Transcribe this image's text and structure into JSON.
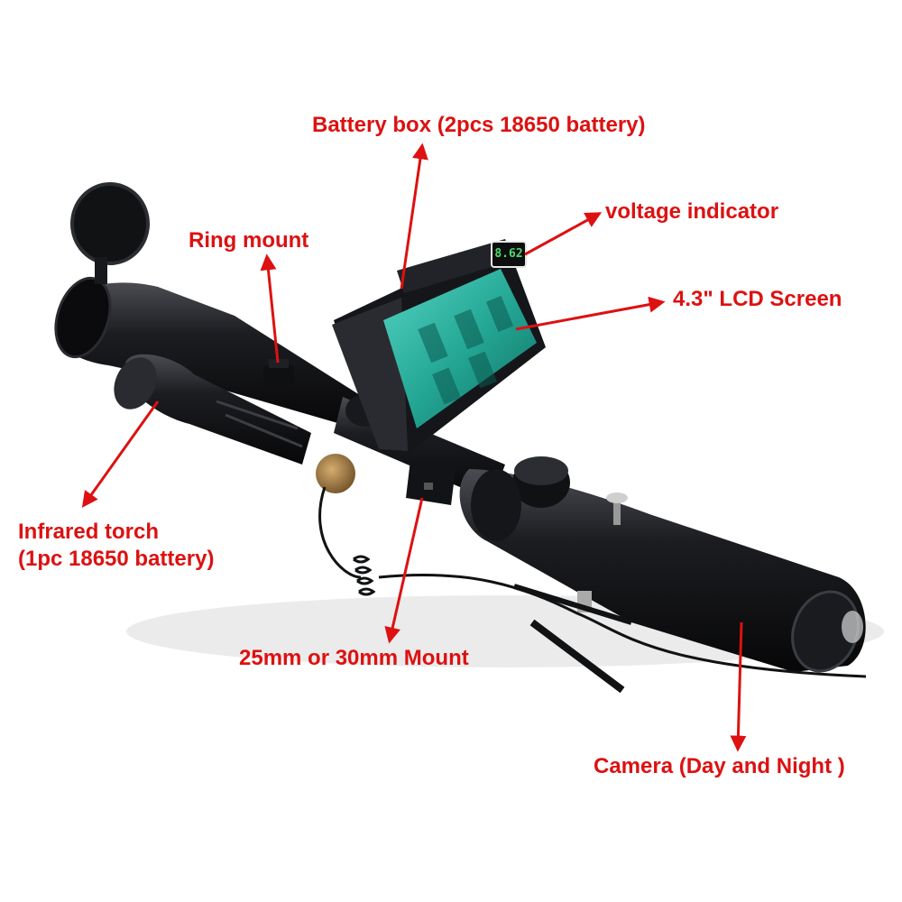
{
  "colors": {
    "label": "#dd1111",
    "arrow": "#dd1111",
    "body": "#16171a",
    "body_hi": "#3a3c42",
    "screen": "#2fb7a5",
    "display": "#4fd86a",
    "brass": "#b08a52",
    "background": "#ffffff"
  },
  "labels": {
    "battery_box": "Battery box (2pcs 18650  battery)",
    "voltage_indicator": "voltage indicator",
    "ring_mount": "Ring mount",
    "lcd_screen": "4.3\" LCD Screen",
    "infrared_torch_line1": "Infrared torch",
    "infrared_torch_line2": "(1pc 18650  battery)",
    "mount": "25mm or 30mm Mount",
    "camera": "Camera (Day and Night )"
  },
  "voltage_display": "8.62",
  "icons": {
    "scope": "rifle-scope",
    "torch": "flashlight",
    "lens_cap": "flip-up-lens-cap",
    "screen": "lcd-monitor",
    "camera": "night-vision-camera",
    "cable": "coiled-cable-pressure-switch"
  }
}
